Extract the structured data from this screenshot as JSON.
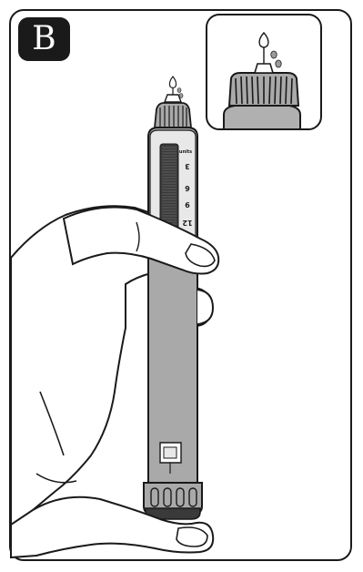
{
  "step": {
    "label": "B"
  },
  "pen": {
    "dose_window": {
      "unit_label": "units",
      "scale_labels": [
        "3",
        "6",
        "9",
        "12"
      ]
    }
  },
  "colors": {
    "outline": "#1a1a1a",
    "pen_body": "#a9a9a9",
    "pen_window_frame": "#e8e8e8",
    "dose_scale": "#3a3a3a",
    "hand_fill": "#ffffff",
    "drop": "#9a9a9a"
  },
  "icons": [
    "hand-illustration",
    "insulin-pen-illustration",
    "needle-drop-icon",
    "inset-zoom-illustration"
  ]
}
